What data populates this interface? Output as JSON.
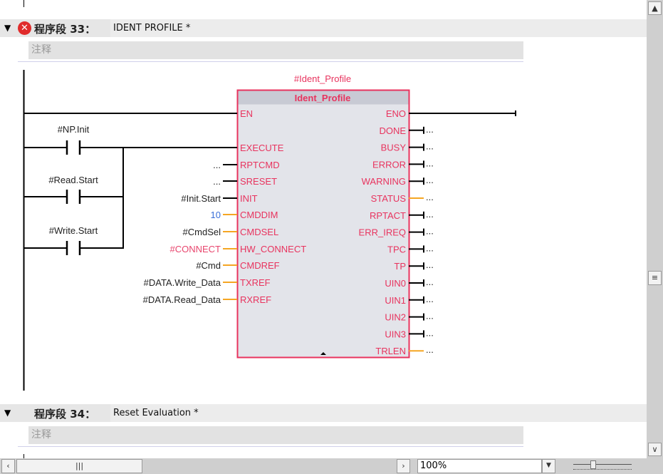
{
  "network33": {
    "label": "程序段 33：",
    "title": "IDENT PROFILE *",
    "comment": "注释",
    "instance": "#Ident_Profile",
    "block_name": "Ident_Profile",
    "contacts": [
      "#NP.Init",
      "#Read.Start",
      "#Write.Start"
    ],
    "inputs": [
      {
        "pin": "EN",
        "operand": "",
        "wire": "black"
      },
      {
        "pin": "EXECUTE",
        "operand": "",
        "wire": "black"
      },
      {
        "pin": "RPTCMD",
        "operand": "...",
        "wire": "black"
      },
      {
        "pin": "SRESET",
        "operand": "...",
        "wire": "black"
      },
      {
        "pin": "INIT",
        "operand": "#Init.Start",
        "wire": "black"
      },
      {
        "pin": "CMDDIM",
        "operand": "10",
        "wire": "orange",
        "color": "#3a6fd8"
      },
      {
        "pin": "CMDSEL",
        "operand": "#CmdSel",
        "wire": "orange"
      },
      {
        "pin": "HW_CONNECT",
        "operand": "#CONNECT",
        "wire": "orange",
        "color": "#e8466e"
      },
      {
        "pin": "CMDREF",
        "operand": "#Cmd",
        "wire": "orange"
      },
      {
        "pin": "TXREF",
        "operand": "#DATA.Write_Data",
        "wire": "orange"
      },
      {
        "pin": "RXREF",
        "operand": "#DATA.Read_Data",
        "wire": "orange"
      }
    ],
    "outputs": [
      {
        "pin": "ENO",
        "operand": "",
        "wire": "black"
      },
      {
        "pin": "DONE",
        "operand": "...",
        "wire": "black"
      },
      {
        "pin": "BUSY",
        "operand": "...",
        "wire": "black"
      },
      {
        "pin": "ERROR",
        "operand": "...",
        "wire": "black"
      },
      {
        "pin": "WARNING",
        "operand": "...",
        "wire": "black"
      },
      {
        "pin": "STATUS",
        "operand": "...",
        "wire": "orange"
      },
      {
        "pin": "RPTACT",
        "operand": "...",
        "wire": "black"
      },
      {
        "pin": "ERR_IREQ",
        "operand": "...",
        "wire": "black"
      },
      {
        "pin": "TPC",
        "operand": "...",
        "wire": "black"
      },
      {
        "pin": "TP",
        "operand": "...",
        "wire": "black"
      },
      {
        "pin": "UIN0",
        "operand": "...",
        "wire": "black"
      },
      {
        "pin": "UIN1",
        "operand": "...",
        "wire": "black"
      },
      {
        "pin": "UIN2",
        "operand": "...",
        "wire": "black"
      },
      {
        "pin": "UIN3",
        "operand": "...",
        "wire": "black"
      },
      {
        "pin": "TRLEN",
        "operand": "...",
        "wire": "orange"
      }
    ]
  },
  "network34": {
    "label": "程序段 34：",
    "title": "Reset Evaluation  *",
    "comment": "注释"
  },
  "scroll": {
    "up": "▲",
    "down": "∨",
    "left": "‹",
    "right": "›",
    "thumb": "|||",
    "vthumb": "≡"
  },
  "zoom": {
    "value": "100%",
    "dropdown": "▼"
  },
  "colors": {
    "pin": "#e8335e",
    "wire_orange": "#f5a623",
    "block_fill": "#e3e4ea"
  }
}
